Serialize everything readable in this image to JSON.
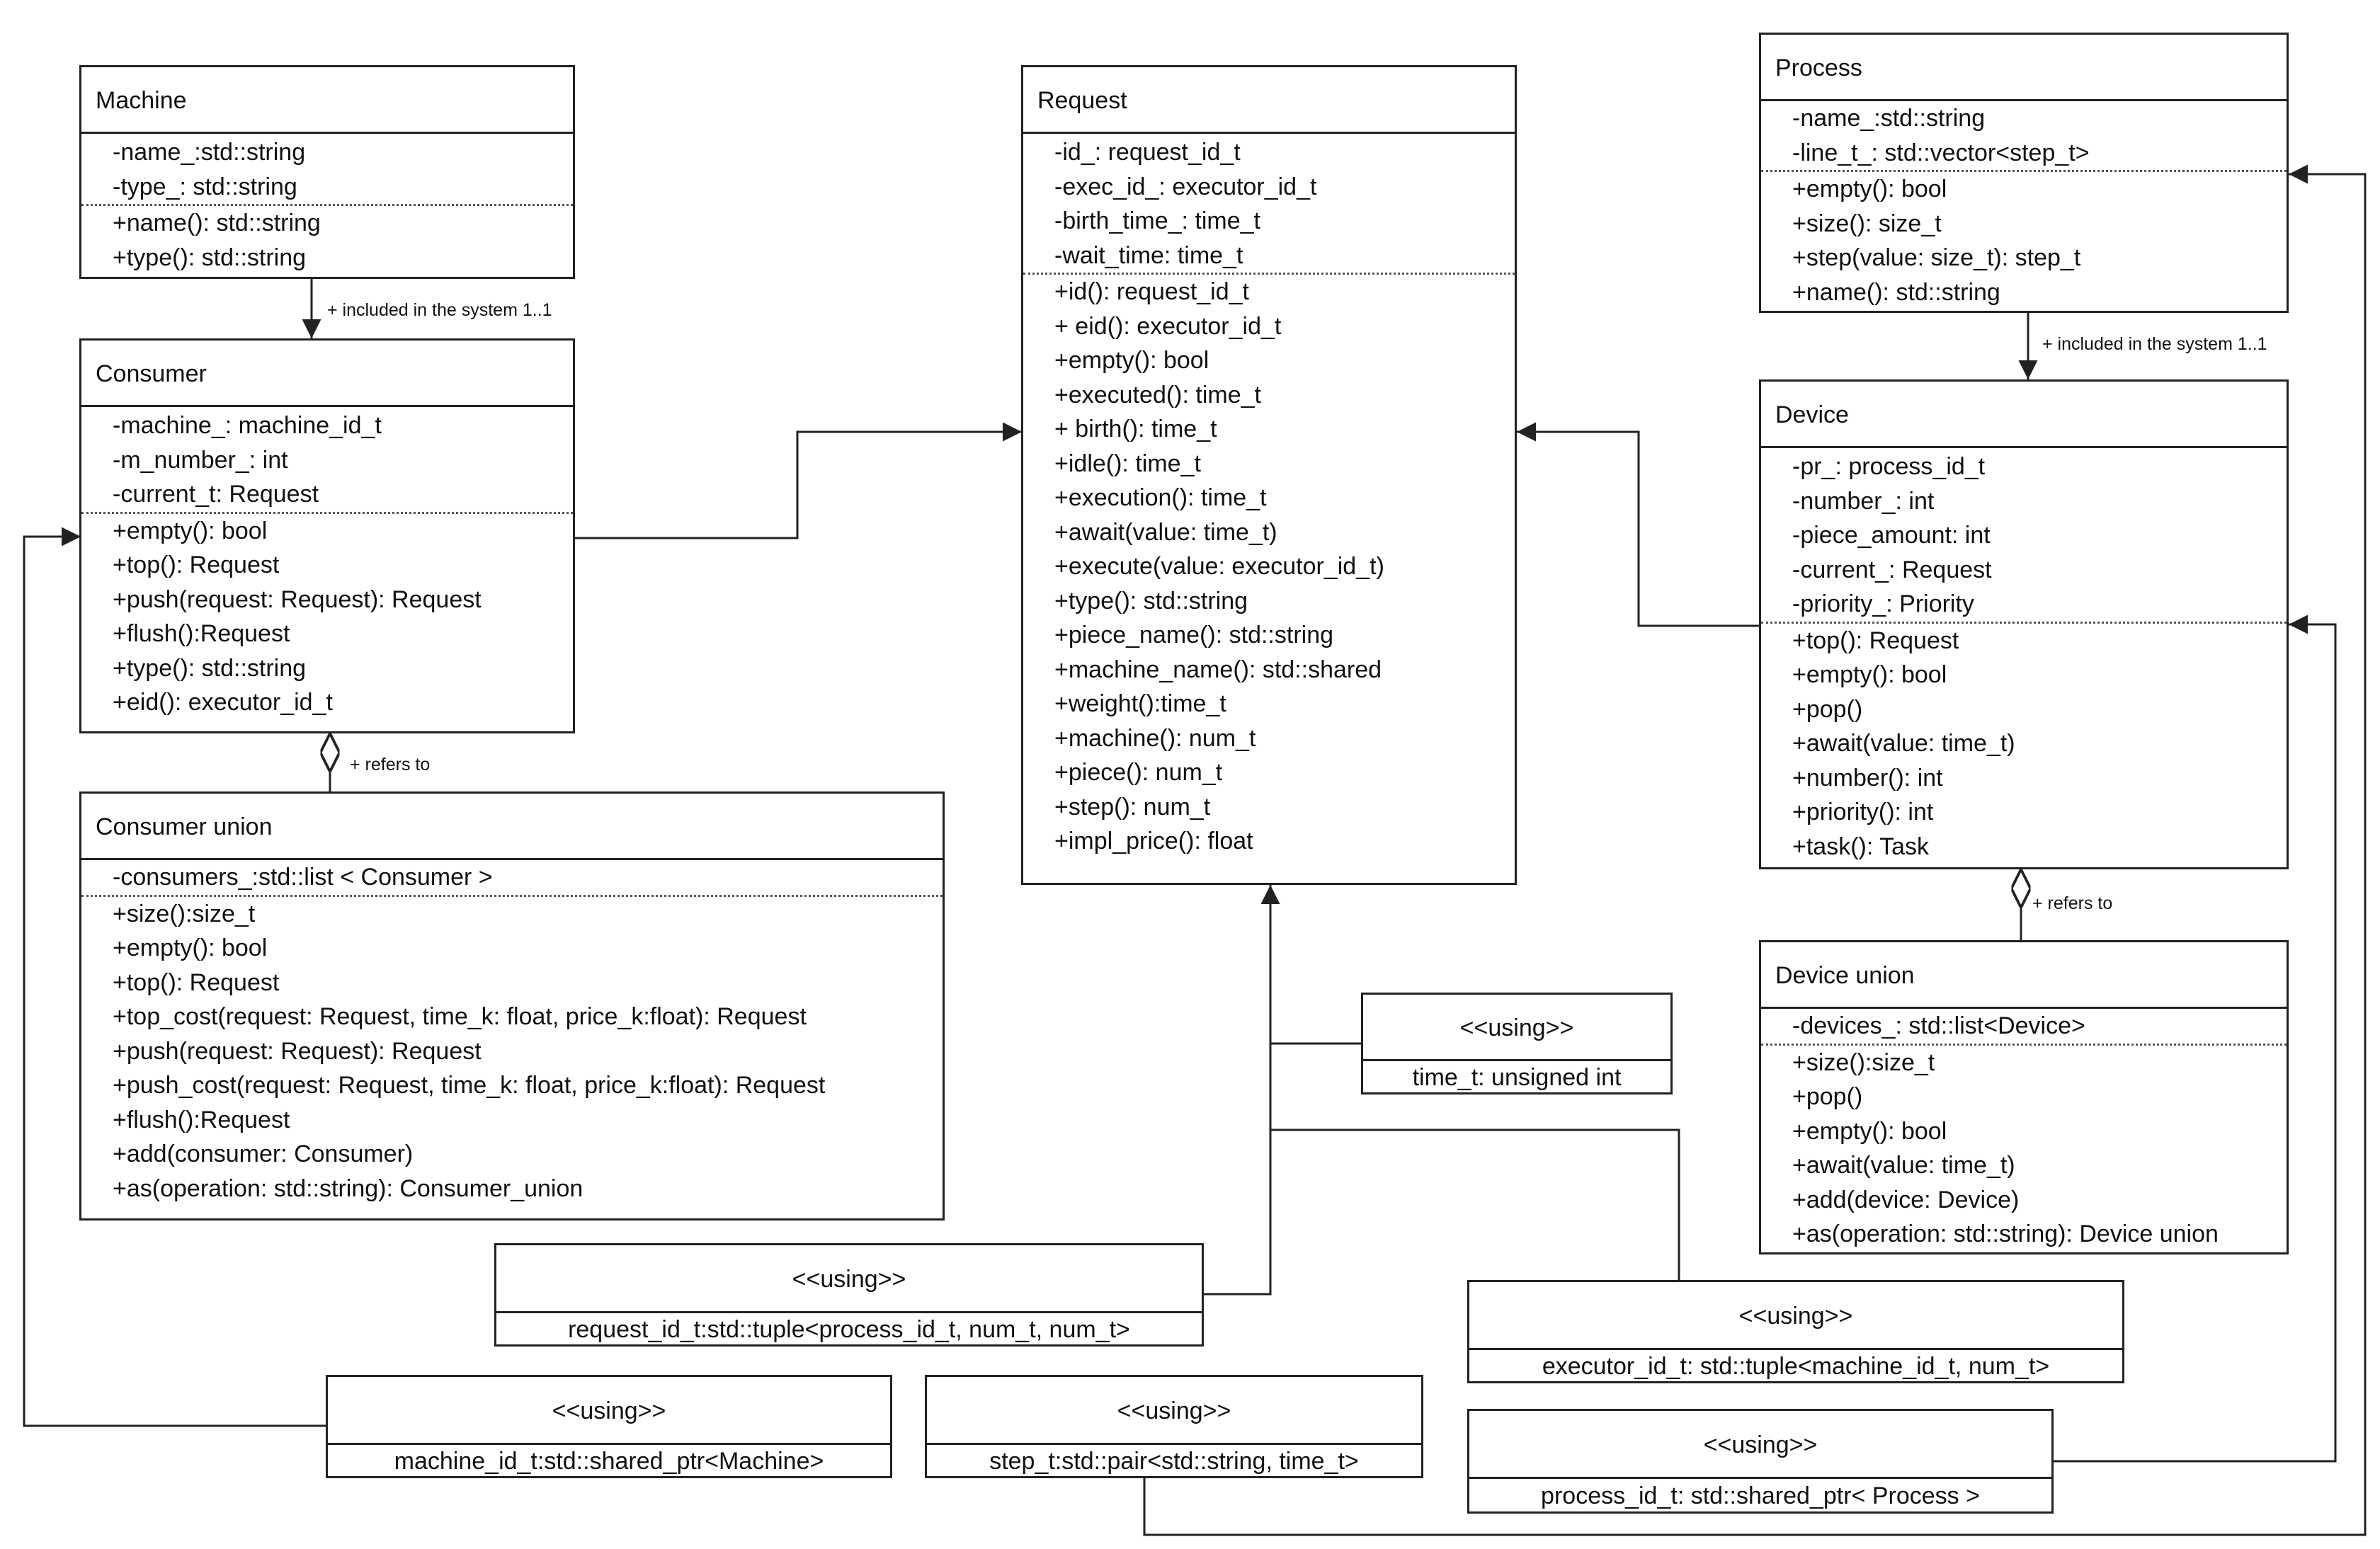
{
  "classes": {
    "machine": {
      "name": "Machine",
      "attributes": [
        "-name_:std::string",
        "-type_: std::string"
      ],
      "methods": [
        "+name(): std::string",
        "+type(): std::string"
      ]
    },
    "consumer": {
      "name": "Consumer",
      "attributes": [
        "-machine_: machine_id_t",
        "-m_number_: int",
        "-current_t: Request"
      ],
      "methods": [
        "+empty(): bool",
        "+top(): Request",
        "+push(request: Request): Request",
        "+flush():Request",
        "+type(): std::string",
        "+eid(): executor_id_t"
      ]
    },
    "consumer_union": {
      "name": "Consumer union",
      "attributes": [
        "-consumers_:std::list < Consumer >"
      ],
      "methods": [
        "+size():size_t",
        "+empty(): bool",
        "+top(): Request",
        "+top_cost(request: Request, time_k: float, price_k:float): Request",
        "+push(request: Request): Request",
        "+push_cost(request: Request, time_k: float, price_k:float): Request",
        "+flush():Request",
        "+add(consumer: Consumer)",
        "+as(operation: std::string): Consumer_union"
      ]
    },
    "request": {
      "name": "Request",
      "attributes": [
        "-id_: request_id_t",
        "-exec_id_: executor_id_t",
        "-birth_time_: time_t",
        "-wait_time: time_t"
      ],
      "methods": [
        "+id(): request_id_t",
        "+ eid(): executor_id_t",
        "+empty(): bool",
        "+executed(): time_t",
        "+ birth(): time_t",
        "+idle(): time_t",
        "+execution(): time_t",
        "+await(value: time_t)",
        "+execute(value: executor_id_t)",
        "+type(): std::string",
        "+piece_name(): std::string",
        "+machine_name(): std::shared",
        "+weight():time_t",
        "+machine(): num_t",
        "+piece(): num_t",
        "+step(): num_t",
        "+impl_price(): float"
      ]
    },
    "process": {
      "name": "Process",
      "attributes": [
        "-name_:std::string",
        "-line_t_: std::vector<step_t>"
      ],
      "methods": [
        "+empty(): bool",
        "+size(): size_t",
        "+step(value: size_t): step_t",
        "+name():  std::string"
      ]
    },
    "device": {
      "name": "Device",
      "attributes": [
        "-pr_: process_id_t",
        "-number_: int",
        "-piece_amount: int",
        "-current_: Request",
        "-priority_: Priority"
      ],
      "methods": [
        "+top(): Request",
        "+empty(): bool",
        "+pop()",
        "+await(value: time_t)",
        "+number(): int",
        "+priority(): int",
        "+task(): Task"
      ]
    },
    "device_union": {
      "name": "Device union",
      "attributes": [
        "-devices_: std::list<Device>"
      ],
      "methods": [
        "+size():size_t",
        "+pop()",
        "+empty(): bool",
        "+await(value: time_t)",
        "+add(device: Device)",
        "+as(operation:  std::string): Device union"
      ]
    }
  },
  "usings": {
    "time_t": {
      "stereotype": "<<using>>",
      "text": "time_t: unsigned int"
    },
    "request_id_t": {
      "stereotype": "<<using>>",
      "text": "request_id_t:std::tuple<process_id_t, num_t, num_t>"
    },
    "executor_id_t": {
      "stereotype": "<<using>>",
      "text": "executor_id_t: std::tuple<machine_id_t, num_t>"
    },
    "machine_id_t": {
      "stereotype": "<<using>>",
      "text": "machine_id_t:std::shared_ptr<Machine>"
    },
    "step_t": {
      "stereotype": "<<using>>",
      "text": "step_t:std::pair<std::string, time_t>"
    },
    "process_id_t": {
      "stereotype": "<<using>>",
      "text": "process_id_t: std::shared_ptr< Process >"
    }
  },
  "relations": {
    "machine_consumer": "+ included in the system 1..1",
    "process_device": "+ included in the system 1..1",
    "consumer_union_consumer": "+ refers to",
    "device_union_device": "+ refers to"
  }
}
